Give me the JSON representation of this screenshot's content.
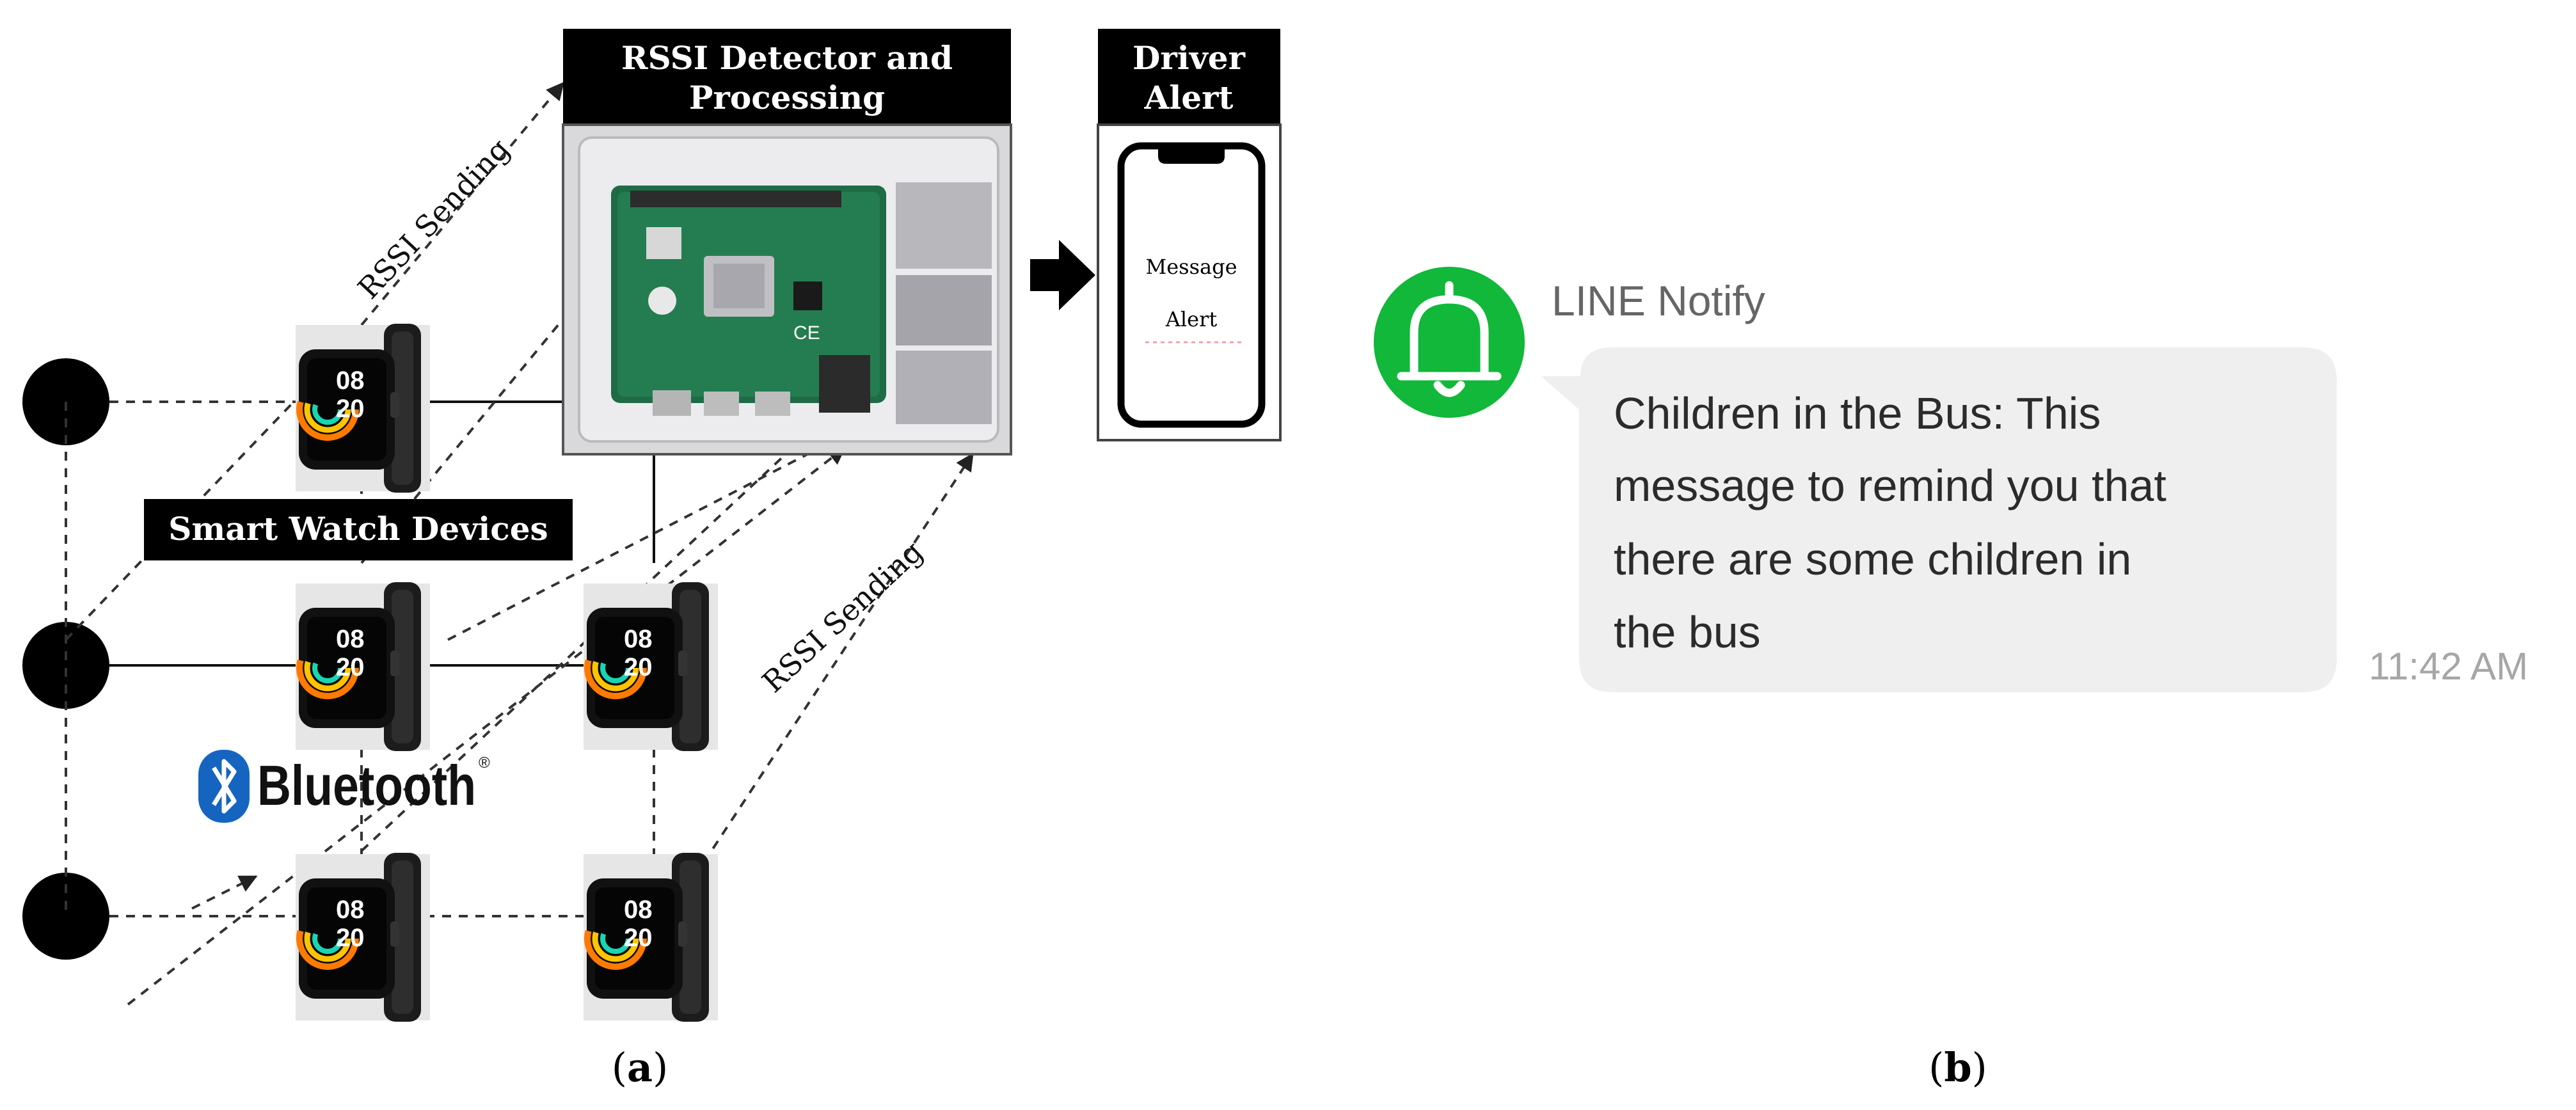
{
  "panel_a": {
    "processor_header": [
      "RSSI Detector and",
      "Processing"
    ],
    "alert_header": [
      "Driver",
      "Alert"
    ],
    "phone_screen": [
      "Message",
      "Alert"
    ],
    "devices_label": "Smart Watch Devices",
    "rssi_sending_upper": "RSSI Sending",
    "rssi_sending_lower": "RSSI Sending",
    "bluetooth_label": "Bluetooth",
    "bluetooth_mark": "®",
    "watch_face": [
      "08",
      "20"
    ],
    "caption_letter": "a"
  },
  "panel_b": {
    "sender": "LINE Notify",
    "message_lines": [
      "Children in the Bus: This",
      "message to remind you that",
      "there are some children  in",
      "the bus"
    ],
    "time": "11:42 AM",
    "caption_letter": "b"
  },
  "colors": {
    "line_green": "#11b83a",
    "bubble": "#efefef",
    "header_black": "#000000",
    "bluetooth_blue": "#1565c0"
  }
}
